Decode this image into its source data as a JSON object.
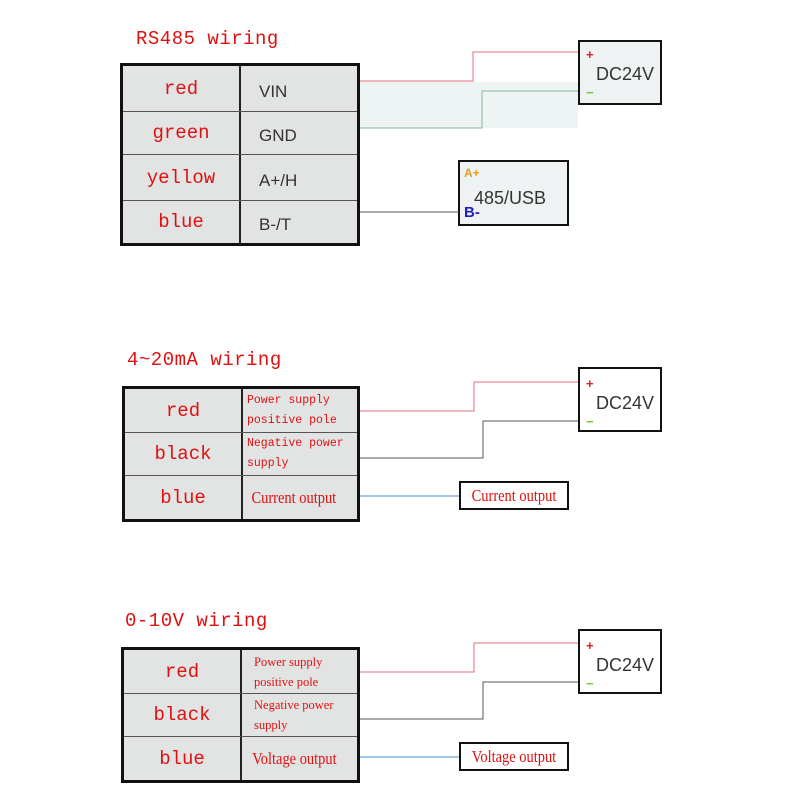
{
  "colors": {
    "title_red": "#e01010",
    "wire_red": "#e0707a",
    "wire_green": "#7fb89a",
    "wire_black": "#555555",
    "wire_blue": "#4a8ccc",
    "plus_red": "#e02020",
    "minus_green": "#66cc33",
    "a_plus_yellow": "#e0a020",
    "b_minus_blue": "#2020c0"
  },
  "sections": [
    {
      "title": "RS485 wiring",
      "rows": [
        {
          "color": "red",
          "signal": "VIN"
        },
        {
          "color": "green",
          "signal": "GND"
        },
        {
          "color": "yellow",
          "signal": "A+/H"
        },
        {
          "color": "blue",
          "signal": "B-/T"
        }
      ],
      "power": {
        "label": "DC24V",
        "plus": "+",
        "minus": "−"
      },
      "converter": {
        "label": "485/USB",
        "a_label": "A+",
        "b_label": "B-"
      }
    },
    {
      "title": "4~20mA wiring",
      "rows": [
        {
          "color": "red",
          "desc_line1": "Power supply",
          "desc_line2": "positive pole"
        },
        {
          "color": "black",
          "desc_line1": "Negative power",
          "desc_line2": "supply"
        },
        {
          "color": "blue",
          "desc": "Current output"
        }
      ],
      "power": {
        "label": "DC24V",
        "plus": "+",
        "minus": "−"
      },
      "output": {
        "label": "Current output"
      }
    },
    {
      "title": "0-10V wiring",
      "rows": [
        {
          "color": "red",
          "desc_line1": "Power supply",
          "desc_line2": "positive pole"
        },
        {
          "color": "black",
          "desc_line1": "Negative power",
          "desc_line2": "supply"
        },
        {
          "color": "blue",
          "desc": "Voltage output"
        }
      ],
      "power": {
        "label": "DC24V",
        "plus": "+",
        "minus": "−"
      },
      "output": {
        "label": "Voltage output"
      }
    }
  ]
}
